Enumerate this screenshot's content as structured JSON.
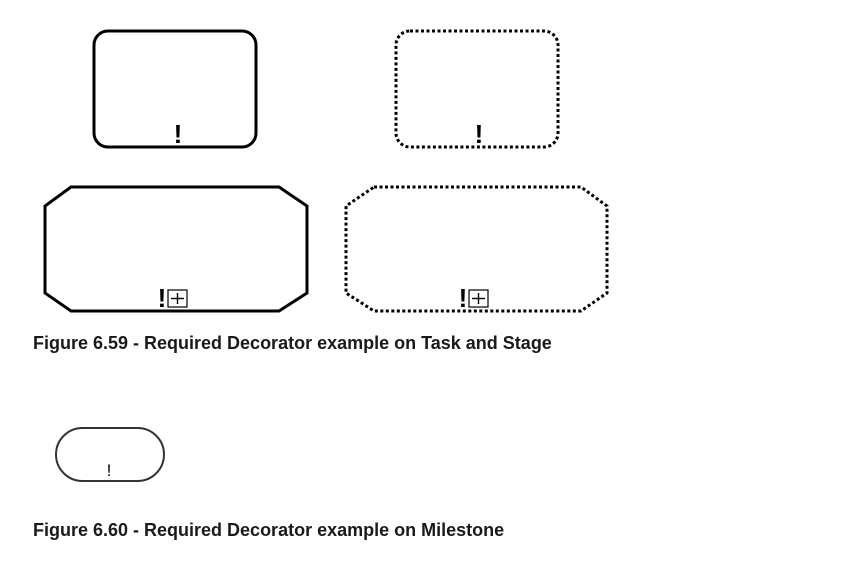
{
  "figures": [
    {
      "caption": "Figure 6.59 - Required Decorator example on Task and Stage",
      "shapes": [
        {
          "kind": "task",
          "border": "solid",
          "decorator": "!"
        },
        {
          "kind": "task",
          "border": "dotted",
          "decorator": "!"
        },
        {
          "kind": "stage",
          "border": "solid",
          "decorator": "!",
          "expand_marker": "plus-box-icon"
        },
        {
          "kind": "stage",
          "border": "dotted",
          "decorator": "!",
          "expand_marker": "plus-box-icon"
        }
      ]
    },
    {
      "caption": "Figure 6.60 - Required Decorator example on Milestone",
      "shapes": [
        {
          "kind": "milestone",
          "border": "solid",
          "decorator": "!"
        }
      ]
    }
  ],
  "colors": {
    "stroke": "#000000",
    "milestone_stroke": "#333333",
    "caption": "#1a1a1a"
  }
}
